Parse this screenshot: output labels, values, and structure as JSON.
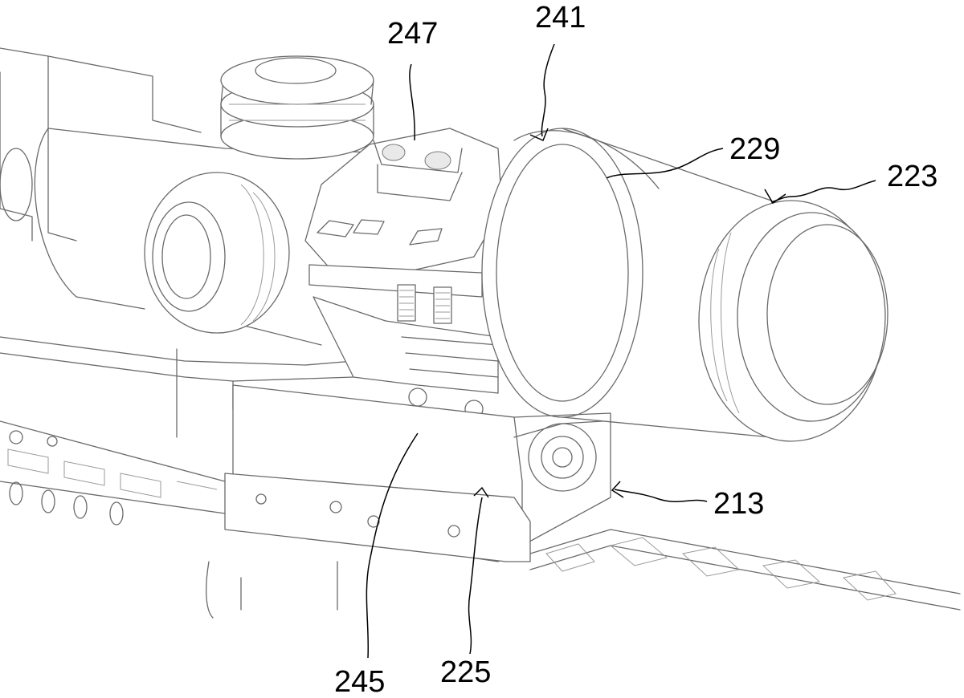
{
  "figure": {
    "description_colors": {
      "line": "#6a6a6a",
      "label": "#000000",
      "background": "#ffffff"
    },
    "reference_numerals": {
      "r247": "247",
      "r241": "241",
      "r229": "229",
      "r223": "223",
      "r213": "213",
      "r245": "245",
      "r225": "225"
    }
  }
}
